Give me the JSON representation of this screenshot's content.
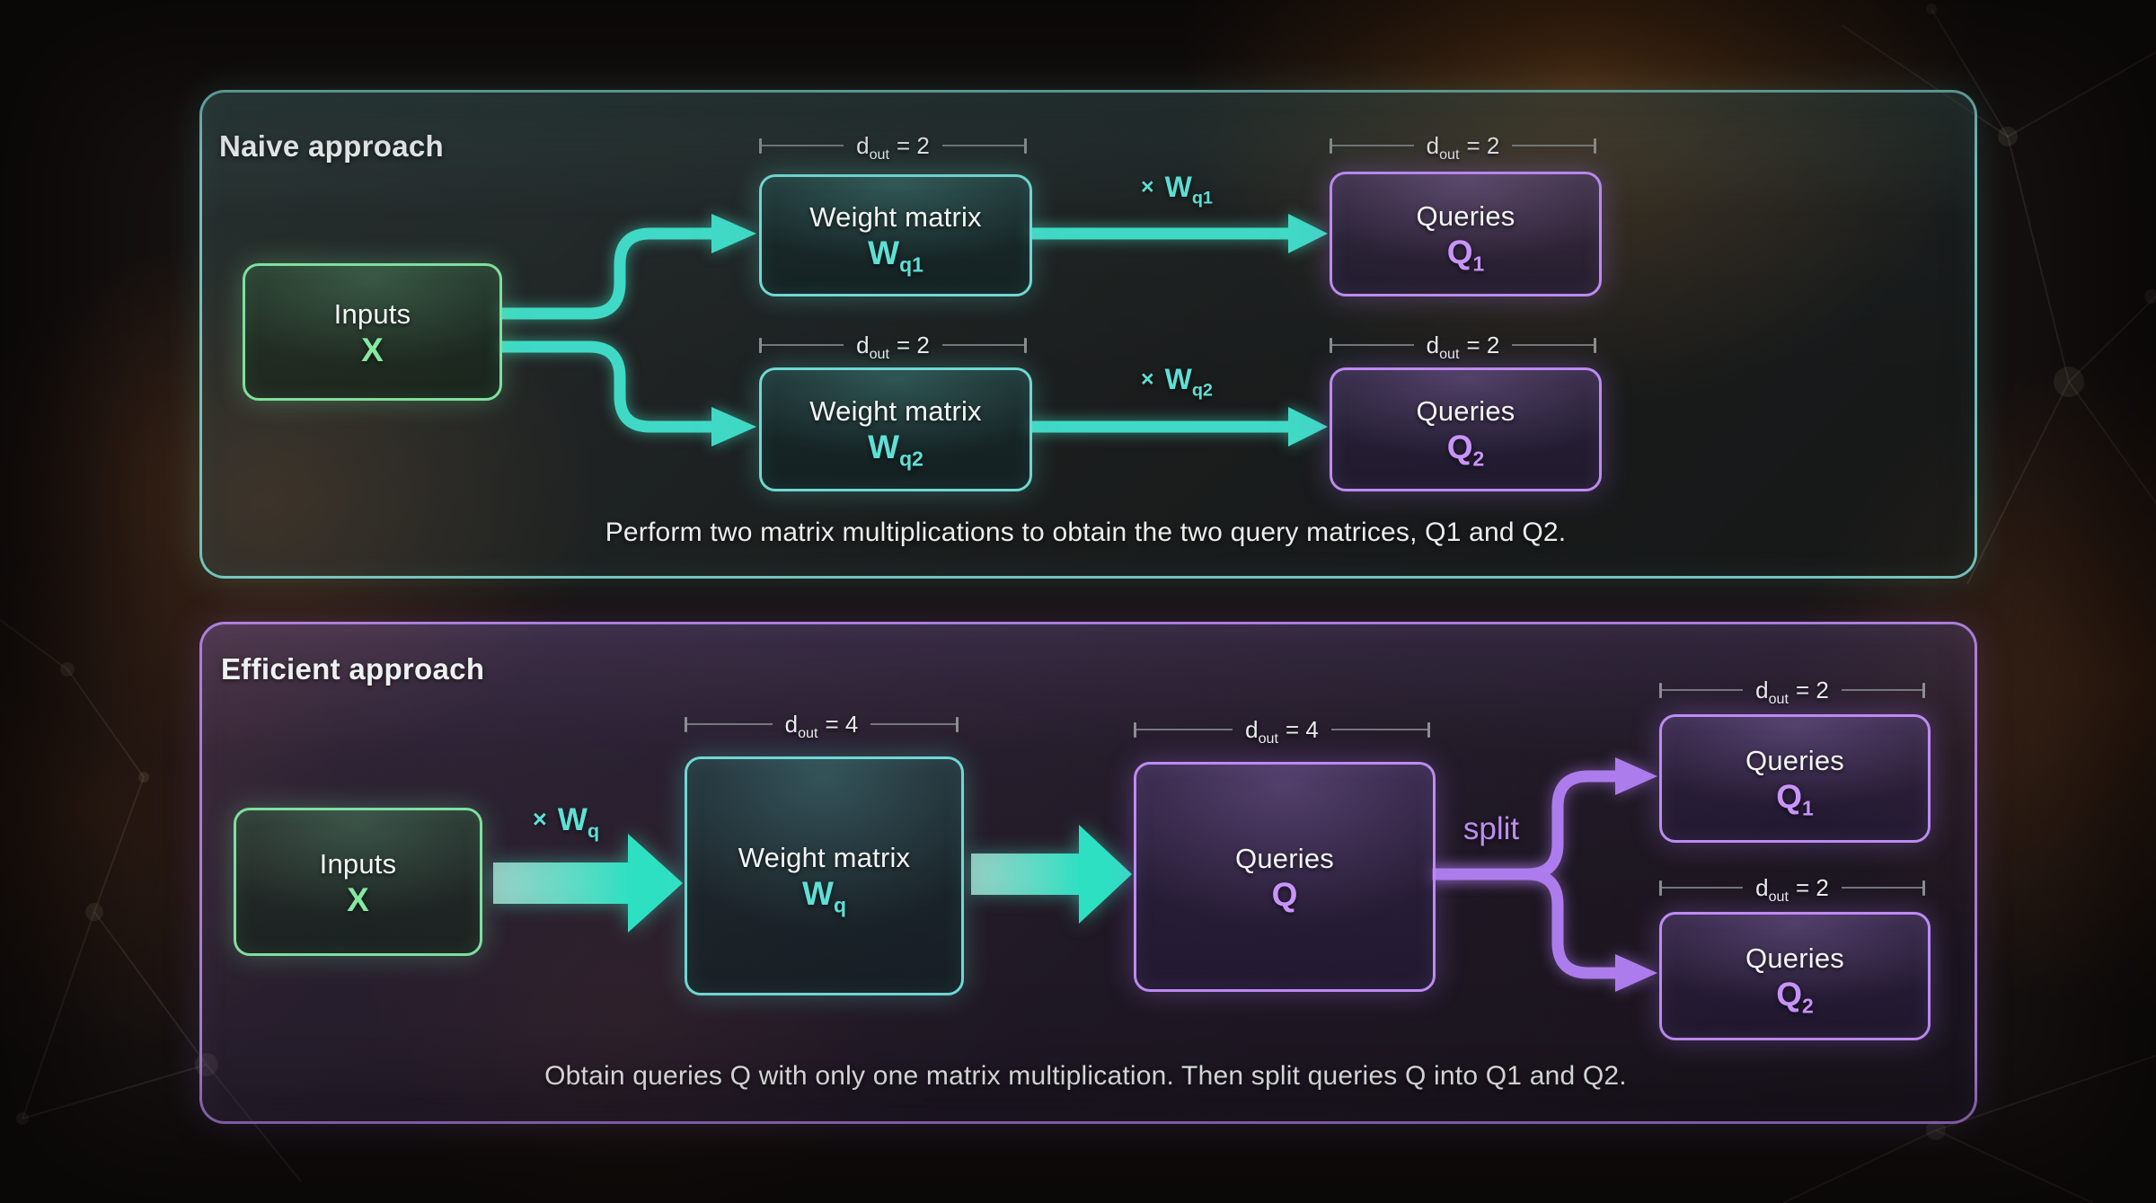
{
  "colors": {
    "teal": "#3fd9c5",
    "green": "#86e8a2",
    "purple": "#c994fa",
    "dim_line": "#9aa0a3",
    "text": "#f1f3f3"
  },
  "naive": {
    "title": "Naive approach",
    "caption": "Perform two matrix multiplications to obtain the two query matrices, Q1 and Q2.",
    "inputs": {
      "label": "Inputs",
      "symbol": "X"
    },
    "w1": {
      "label": "Weight matrix",
      "symbol": "W",
      "sub": "q1"
    },
    "w2": {
      "label": "Weight matrix",
      "symbol": "W",
      "sub": "q2"
    },
    "q1": {
      "label": "Queries",
      "symbol": "Q",
      "sub": "1"
    },
    "q2": {
      "label": "Queries",
      "symbol": "Q",
      "sub": "2"
    },
    "mult1": {
      "times": "×",
      "base": "W",
      "sub": "q1"
    },
    "mult2": {
      "times": "×",
      "base": "W",
      "sub": "q2"
    },
    "dims": {
      "w1": {
        "base": "d",
        "sub": "out",
        "eq": "= 2"
      },
      "q1": {
        "base": "d",
        "sub": "out",
        "eq": "= 2"
      },
      "w2": {
        "base": "d",
        "sub": "out",
        "eq": "= 2"
      },
      "q2": {
        "base": "d",
        "sub": "out",
        "eq": "= 2"
      }
    }
  },
  "efficient": {
    "title": "Efficient approach",
    "caption": "Obtain queries Q with only one matrix multiplication. Then split queries Q into Q1 and Q2.",
    "inputs": {
      "label": "Inputs",
      "symbol": "X"
    },
    "w": {
      "label": "Weight matrix",
      "symbol": "W",
      "sub": "q"
    },
    "q": {
      "label": "Queries",
      "symbol": "Q"
    },
    "q1": {
      "label": "Queries",
      "symbol": "Q",
      "sub": "1"
    },
    "q2": {
      "label": "Queries",
      "symbol": "Q",
      "sub": "2"
    },
    "mult": {
      "times": "×",
      "base": "W",
      "sub": "q"
    },
    "split_label": "split",
    "dims": {
      "w": {
        "base": "d",
        "sub": "out",
        "eq": "= 4"
      },
      "q": {
        "base": "d",
        "sub": "out",
        "eq": "= 4"
      },
      "q1": {
        "base": "d",
        "sub": "out",
        "eq": "= 2"
      },
      "q2": {
        "base": "d",
        "sub": "out",
        "eq": "= 2"
      }
    }
  }
}
